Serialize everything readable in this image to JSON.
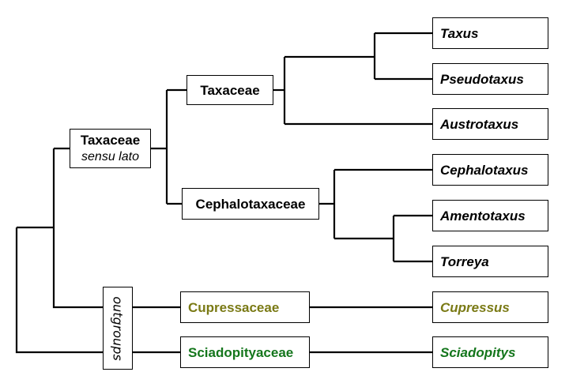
{
  "colors": {
    "outgroup_olive": "#7a7a15",
    "outgroup_green": "#14761c",
    "line": "#000000"
  },
  "nodes": {
    "taxaceae_sensu_lato": {
      "name": "Taxaceae",
      "qualifier": "sensu lato"
    },
    "taxaceae": "Taxaceae",
    "cephalotaxaceae": "Cephalotaxaceae",
    "outgroups": "outgroups",
    "cupressaceae": "Cupressaceae",
    "sciadopityaceae": "Sciadopityaceae"
  },
  "leaves": {
    "taxus": "Taxus",
    "pseudotaxus": "Pseudotaxus",
    "austrotaxus": "Austrotaxus",
    "cephalotaxus": "Cephalotaxus",
    "amentotaxus": "Amentotaxus",
    "torreya": "Torreya",
    "cupressus": "Cupressus",
    "sciadopitys": "Sciadopitys"
  }
}
